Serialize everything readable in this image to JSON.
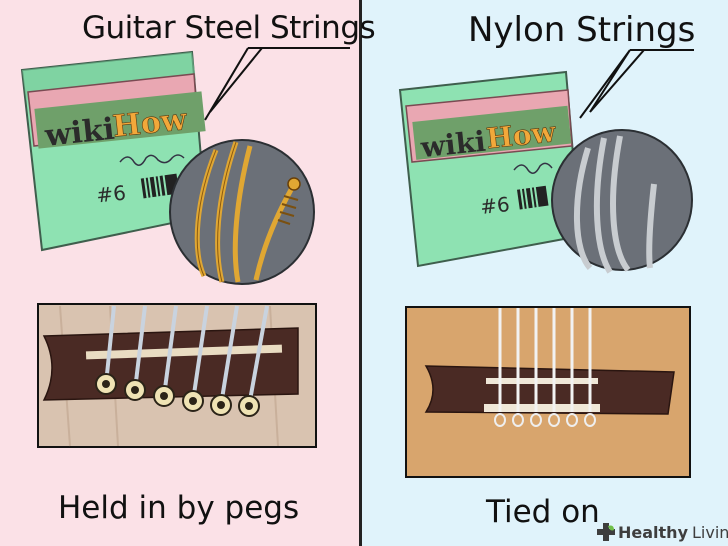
{
  "left_panel": {
    "heading": "Guitar Steel Strings",
    "package": {
      "brand_part1": "wiki",
      "brand_part2": "How",
      "size": "#6"
    },
    "caption": "Held in by pegs"
  },
  "right_panel": {
    "heading": "Nylon Strings",
    "package": {
      "brand_part1": "wiki",
      "brand_part2": "How",
      "size": "#6"
    },
    "caption": "Tied on"
  },
  "watermark": {
    "word1": "Healthy",
    "word2": "Living",
    "icon": "plus-leaf-icon"
  },
  "colors": {
    "left_bg": "#fbe1e7",
    "right_bg": "#e0f3fb",
    "package_green": "#8ee2b2",
    "package_stripe": "#e9a7b2",
    "brand_orange": "#f2a83a",
    "zoom_circle": "#6b7078",
    "steel_string": "#e0a733",
    "nylon_string": "#c8ccd0",
    "bridge_brown": "#4a2a24",
    "wood_left": "#d9c3b0",
    "wood_right": "#d8a56d"
  }
}
